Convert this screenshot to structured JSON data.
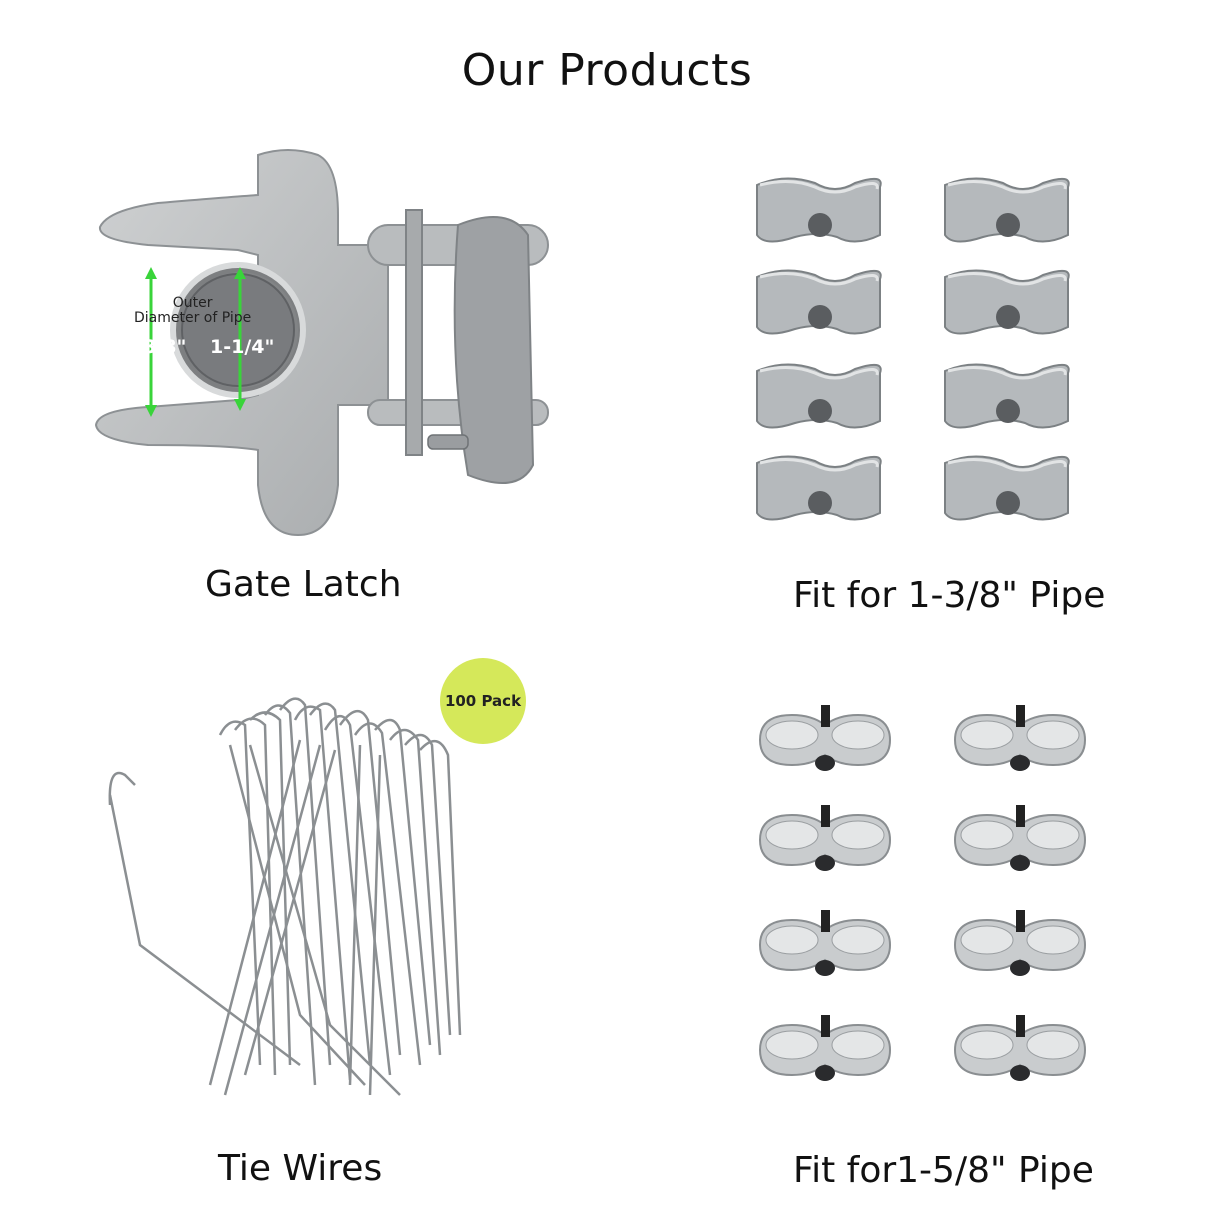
{
  "title": "Our Products",
  "products": [
    {
      "caption": "Gate Latch",
      "image_icon": "gate-latch-image",
      "diameter_note_line1": "Outer",
      "diameter_note_line2": "Diameter of Pipe",
      "size_a": "1-3/8\"",
      "size_b": "1-1/4\""
    },
    {
      "caption": "Fit for 1-3/8\" Pipe",
      "image_icon": "clamp-set-image"
    },
    {
      "caption": "Tie Wires",
      "image_icon": "tie-wires-image",
      "badge": "100 Pack"
    },
    {
      "caption": "Fit for1-5/8\" Pipe",
      "image_icon": "clamp-set-image"
    }
  ],
  "colors": {
    "metal": "#b9bcbe",
    "metal_dark": "#8d9194",
    "badge": "#d5e85a",
    "arrow": "#39d43a"
  }
}
